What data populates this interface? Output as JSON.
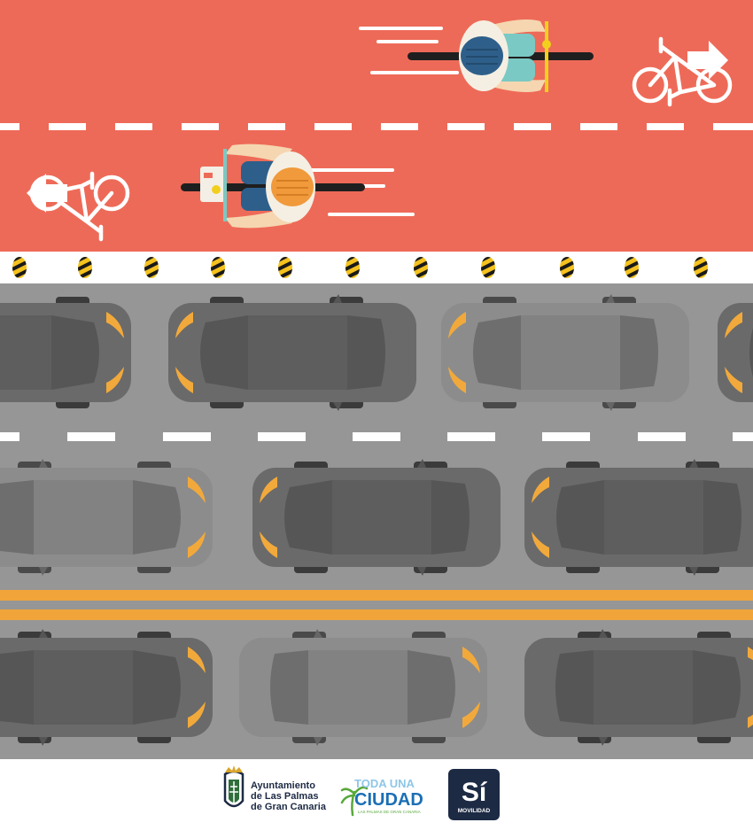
{
  "colors": {
    "bike_lane": "#ee6a58",
    "lane_marking": "#ffffff",
    "road": "#969696",
    "bollard_yellow": "#f4c21e",
    "bollard_black": "#1a1a1a",
    "median_line": "#f0a43a",
    "car_light": "#8c8c8c",
    "car_dark": "#6a6a6a",
    "car_detail": "#565656",
    "headlight": "#f2a93b",
    "cyclist_jersey": "#2e5f8a",
    "cyclist_helmet_orange": "#f09a3c",
    "cyclist_shorts_teal": "#7ac9c4",
    "skin": "#f5d6b0",
    "logo_navy": "#1d2a44",
    "logo_blue": "#1b6fb5",
    "logo_green": "#58a83b"
  },
  "icons": {
    "bike_lane_arrow_right": "arrow-right-icon",
    "bike_lane_arrow_left": "arrow-left-icon",
    "bicycle_symbol": "bicycle-icon",
    "cyclist": "cyclist-icon",
    "car": "car-icon",
    "bollard": "bollard-icon",
    "crest": "coat-of-arms-icon",
    "palm": "palm-icon"
  },
  "footer": {
    "ayto_line1": "Ayuntamiento",
    "ayto_line2": "de Las Palmas",
    "ayto_line3": "de Gran Canaria",
    "toda_line1": "TODA UNA",
    "toda_line2": "CIUDAD",
    "toda_sub": "LAS PALMAS DE GRAN CANARIA",
    "si_mark": "Sí",
    "si_sub": "MOVILIDAD"
  }
}
